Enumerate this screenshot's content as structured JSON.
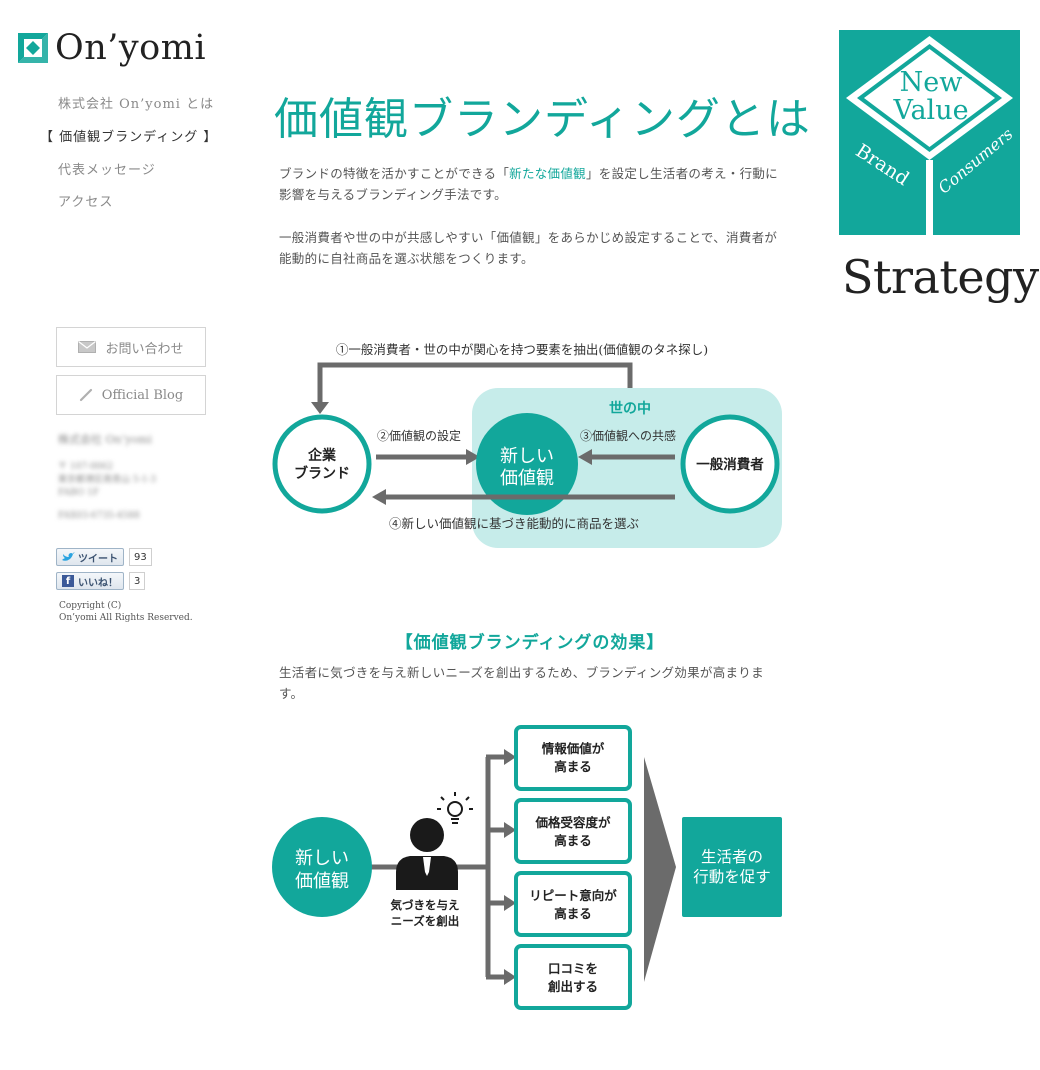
{
  "brand": {
    "logo_text": "On’yomi",
    "accent": "#12a79b"
  },
  "nav": [
    {
      "label": "株式会社 On’yomi とは"
    },
    {
      "label": "【 価値観ブランディング 】"
    },
    {
      "label": "代表メッセージ"
    },
    {
      "label": "アクセス"
    }
  ],
  "sidebar": {
    "contact_label": "お問い合わせ",
    "blog_label": "Official Blog",
    "company_blurred": [
      "株式会社 On’yomi",
      "〒 107-0062",
      "東京都港区南青山 5-1-3",
      "FABO 1F",
      "FAX03-6735-4588"
    ],
    "tweet_label": "ツイート",
    "tweet_count": "93",
    "like_label": "いいね！",
    "like_count": "3",
    "copyright_line1": "Copyright (C)",
    "copyright_line2": "On’yomi All Rights Reserved."
  },
  "main": {
    "title": "価値観ブランディングとは",
    "p1_before": "ブランドの特徴を活かすことができる「",
    "p1_highlight": "新たな価値観",
    "p1_after": "」を設定し生活者の考え・行動に影響を与えるブランディング手法です。",
    "p2": "一般消費者や世の中が共感しやすい「価値観」をあらかじめ設定することで、消費者が能動的に自社商品を選ぶ状態をつくります。",
    "effect_title": "【価値観ブランディングの効果】",
    "p3": "生活者に気づきを与え新しいニーズを創出するため、ブランディング効果が高まります。"
  },
  "emblem": {
    "new": "New",
    "value": "Value",
    "brand": "Brand",
    "consumers": "Consumers",
    "strategy": "Strategy"
  },
  "diagram1": {
    "step1": "①一般消費者・世の中が関心を持つ要素を抽出(価値観のタネ探し)",
    "world": "世の中",
    "company_line1": "企業",
    "company_line2": "ブランド",
    "step2": "②価値観の設定",
    "new_value_line1": "新しい",
    "new_value_line2": "価値観",
    "step3": "③価値観への共感",
    "consumer": "一般消費者",
    "step4": "④新しい価値観に基づき能動的に商品を選ぶ"
  },
  "diagram2": {
    "new_value_line1": "新しい",
    "new_value_line2": "価値観",
    "person_caption_line1": "気づきを与え",
    "person_caption_line2": "ニーズを創出",
    "effects": [
      {
        "line1": "情報価値が",
        "line2": "高まる"
      },
      {
        "line1": "価格受容度が",
        "line2": "高まる"
      },
      {
        "line1": "リピート意向が",
        "line2": "高まる"
      },
      {
        "line1": "口コミを",
        "line2": "創出する"
      }
    ],
    "result_line1": "生活者の",
    "result_line2": "行動を促す"
  }
}
